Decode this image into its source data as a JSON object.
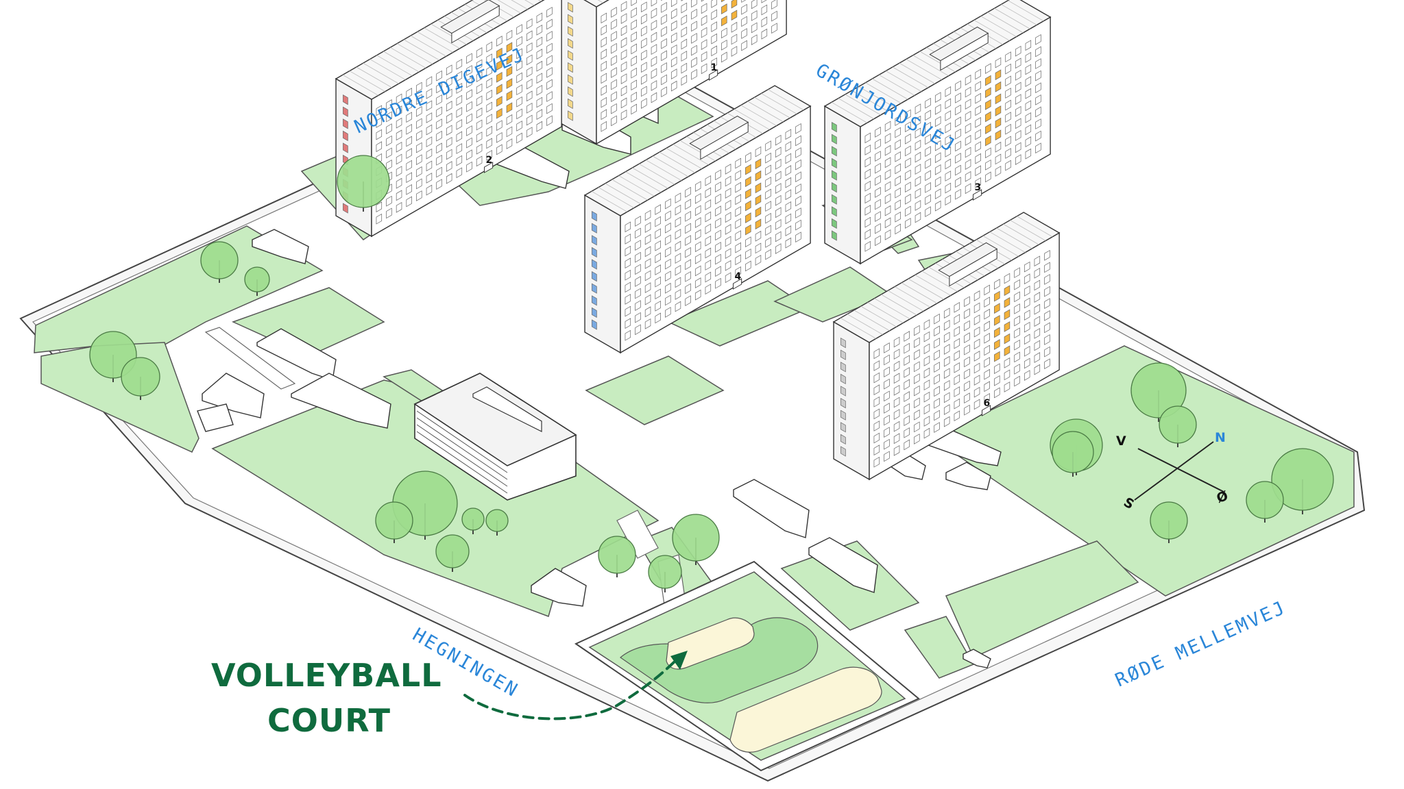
{
  "streets": {
    "nordre_digevej": "NORDRE DIGEVEJ",
    "gronjordsvej": "GRØNJORDSVEJ",
    "hegningen": "HEGNINGEN",
    "rode_mellemvej": "RØDE MELLEMVEJ"
  },
  "callout": {
    "line1": "VOLLEYBALL",
    "line2": "COURT",
    "color": "#0f6b3e"
  },
  "buildings": [
    "1",
    "2",
    "3",
    "4",
    "6"
  ],
  "compass": {
    "n": "N",
    "s": "S",
    "v": "V",
    "o": "Ø"
  },
  "colors": {
    "lawn": "#c8ecc0",
    "lawn_dark": "#a6dea0",
    "tree": "#9edc8e",
    "street_label": "#2a86d8",
    "window_accent": "#f3b23b",
    "court_sand": "#fbf6d8"
  }
}
